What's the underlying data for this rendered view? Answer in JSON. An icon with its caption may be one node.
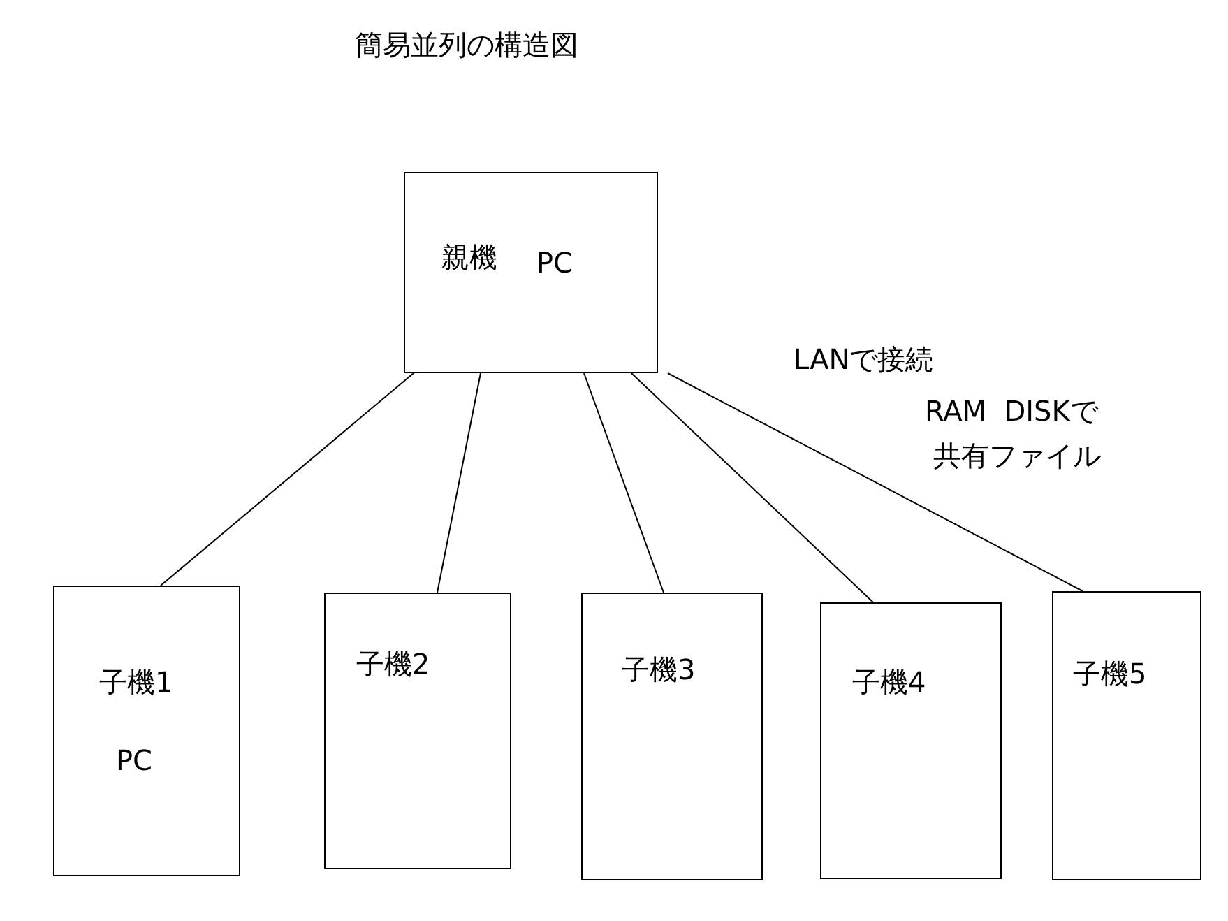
{
  "diagram": {
    "title": "簡易並列の構造図",
    "nodes": [
      {
        "text": [
          "親機",
          "PC"
        ]
      },
      {
        "text": [
          "子機1",
          "PC"
        ]
      },
      {
        "text": [
          "子機2"
        ]
      },
      {
        "text": [
          "子機3"
        ]
      },
      {
        "text": [
          "子機4"
        ]
      },
      {
        "text": [
          "子機5"
        ]
      }
    ],
    "edges": [
      {
        "from": 0,
        "to": 1,
        "arrow": "none"
      },
      {
        "from": 0,
        "to": 2,
        "arrow": "none"
      },
      {
        "from": 0,
        "to": 3,
        "arrow": "none"
      },
      {
        "from": 0,
        "to": 4,
        "arrow": "none"
      },
      {
        "from": 0,
        "to": 5,
        "arrow": "none"
      }
    ],
    "labels": [
      "LANで接続",
      "RAM  DISKで",
      "共有ファイル"
    ]
  }
}
